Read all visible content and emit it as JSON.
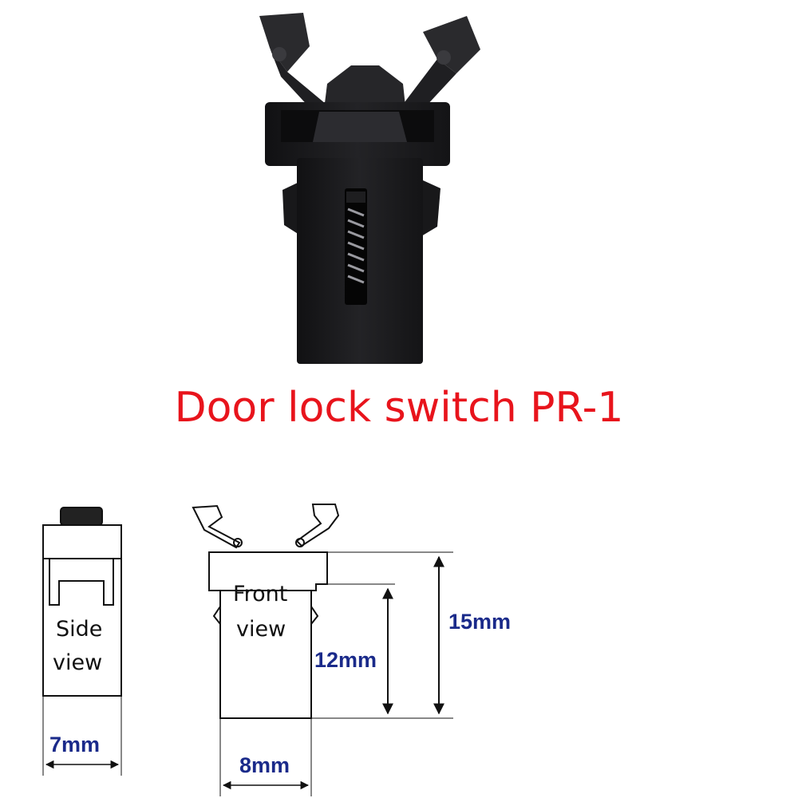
{
  "product": {
    "title": "Door lock switch PR-1",
    "body_color": "#1c1c1e",
    "title_color": "#e8141c"
  },
  "drawing": {
    "side_label_line1": "Side",
    "side_label_line2": "view",
    "front_label_line1": "Front",
    "front_label_line2": "view",
    "dims": {
      "side_width": "7mm",
      "front_width": "8mm",
      "inner_height": "12mm",
      "total_height": "15mm"
    },
    "dim_color": "#1a2a8a"
  }
}
